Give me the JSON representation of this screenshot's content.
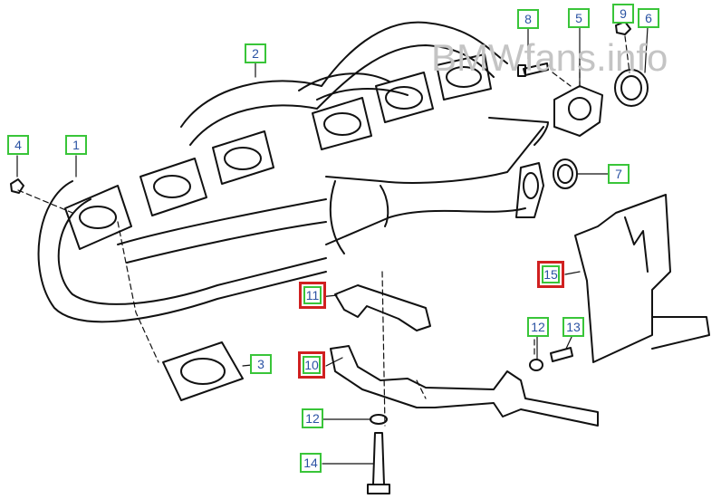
{
  "watermark": "BMWfans.info",
  "callouts": [
    {
      "id": "c1",
      "label": "1",
      "highlight": false
    },
    {
      "id": "c2",
      "label": "2",
      "highlight": false
    },
    {
      "id": "c3",
      "label": "3",
      "highlight": false
    },
    {
      "id": "c4",
      "label": "4",
      "highlight": false
    },
    {
      "id": "c5",
      "label": "5",
      "highlight": false
    },
    {
      "id": "c6",
      "label": "6",
      "highlight": false
    },
    {
      "id": "c7",
      "label": "7",
      "highlight": false
    },
    {
      "id": "c8",
      "label": "8",
      "highlight": false
    },
    {
      "id": "c9",
      "label": "9",
      "highlight": false
    },
    {
      "id": "c10",
      "label": "10",
      "highlight": true
    },
    {
      "id": "c11",
      "label": "11",
      "highlight": true
    },
    {
      "id": "c12a",
      "label": "12",
      "highlight": false
    },
    {
      "id": "c12b",
      "label": "12",
      "highlight": false
    },
    {
      "id": "c13",
      "label": "13",
      "highlight": false
    },
    {
      "id": "c14",
      "label": "14",
      "highlight": false
    },
    {
      "id": "c15",
      "label": "15",
      "highlight": true
    }
  ],
  "colors": {
    "callout_border": "#39c539",
    "callout_text": "#2b53a3",
    "highlight_border": "#d02020",
    "line": "#111111"
  }
}
